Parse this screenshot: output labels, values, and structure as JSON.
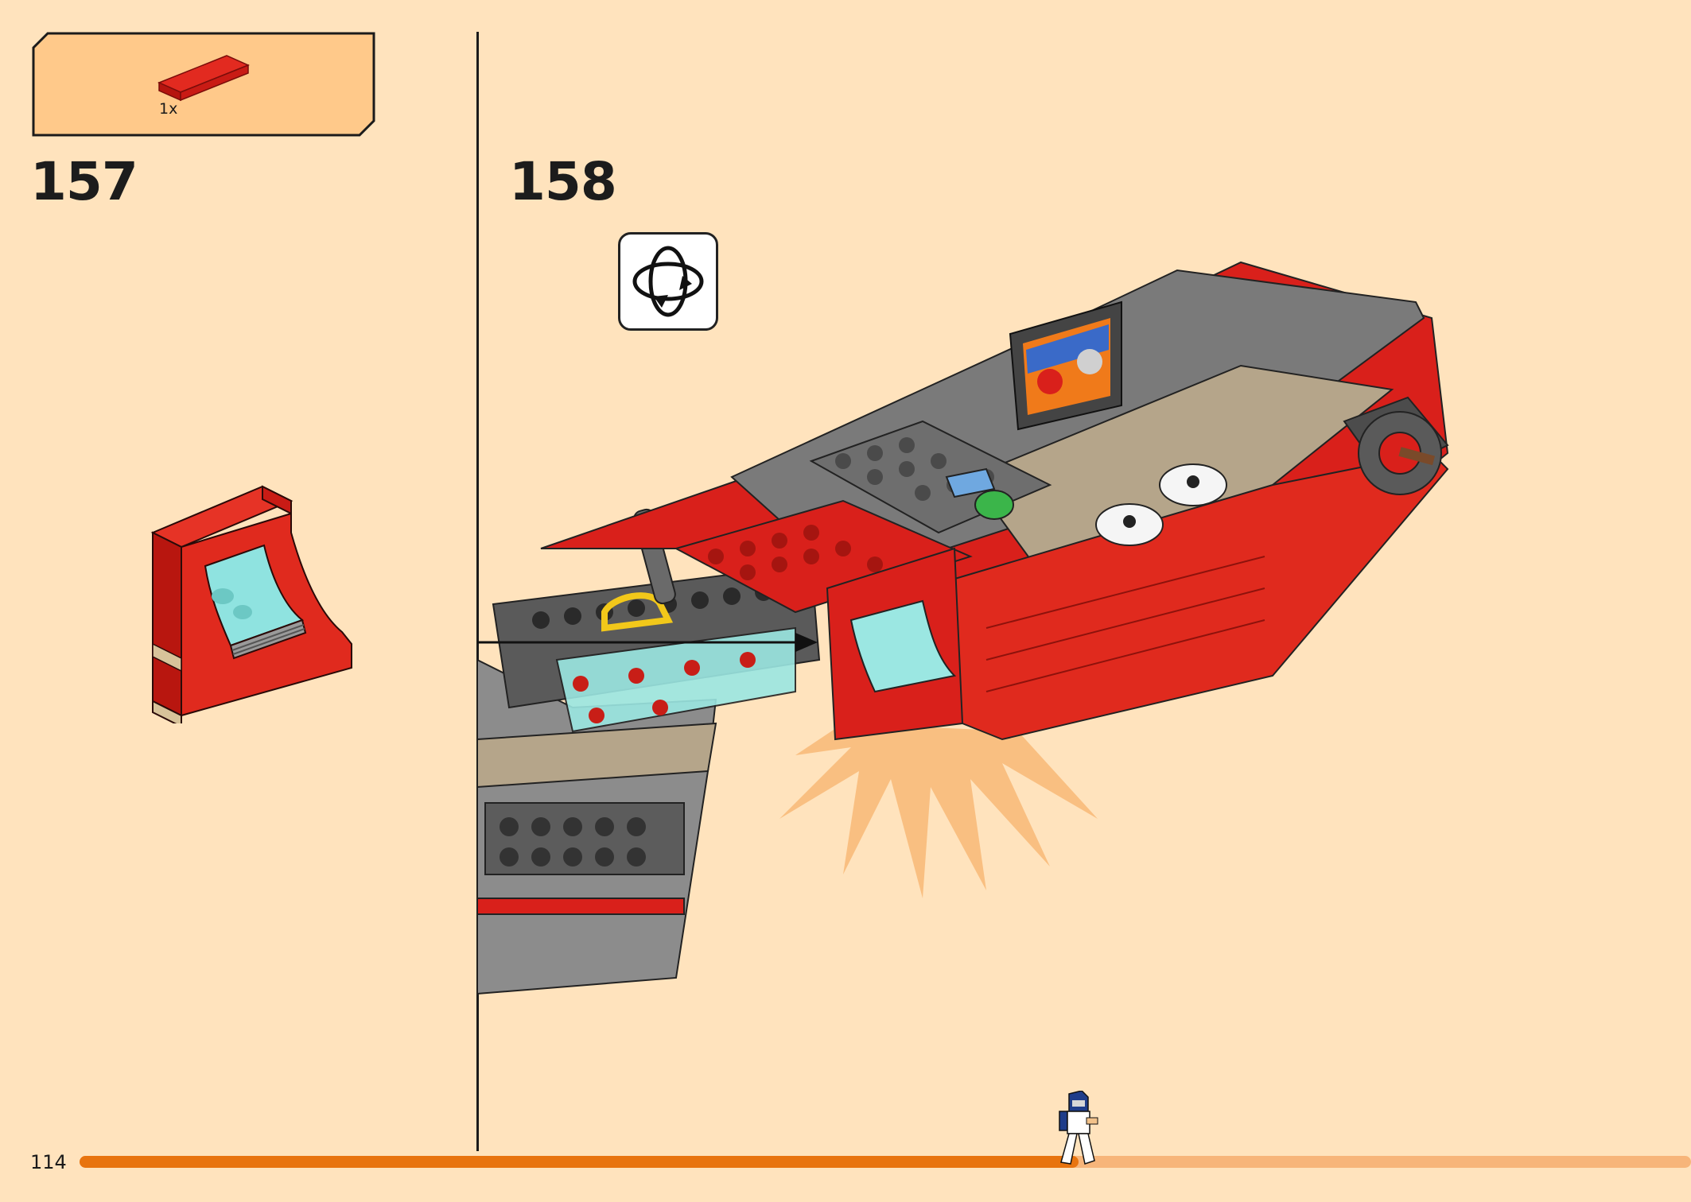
{
  "parts_callout": {
    "quantity": "1x",
    "part_color": "#D9201B"
  },
  "steps": [
    {
      "number": "157"
    },
    {
      "number": "158"
    }
  ],
  "rotate_icon": "rotate-model-icon",
  "page_number": "114",
  "progress": {
    "fraction": 0.62,
    "fill_color": "#E8740F",
    "track_color": "#F7B57A"
  },
  "colors": {
    "background": "#FFE3BD",
    "brick_red": "#D9201B",
    "dark_gray": "#5a5a5a"
  }
}
